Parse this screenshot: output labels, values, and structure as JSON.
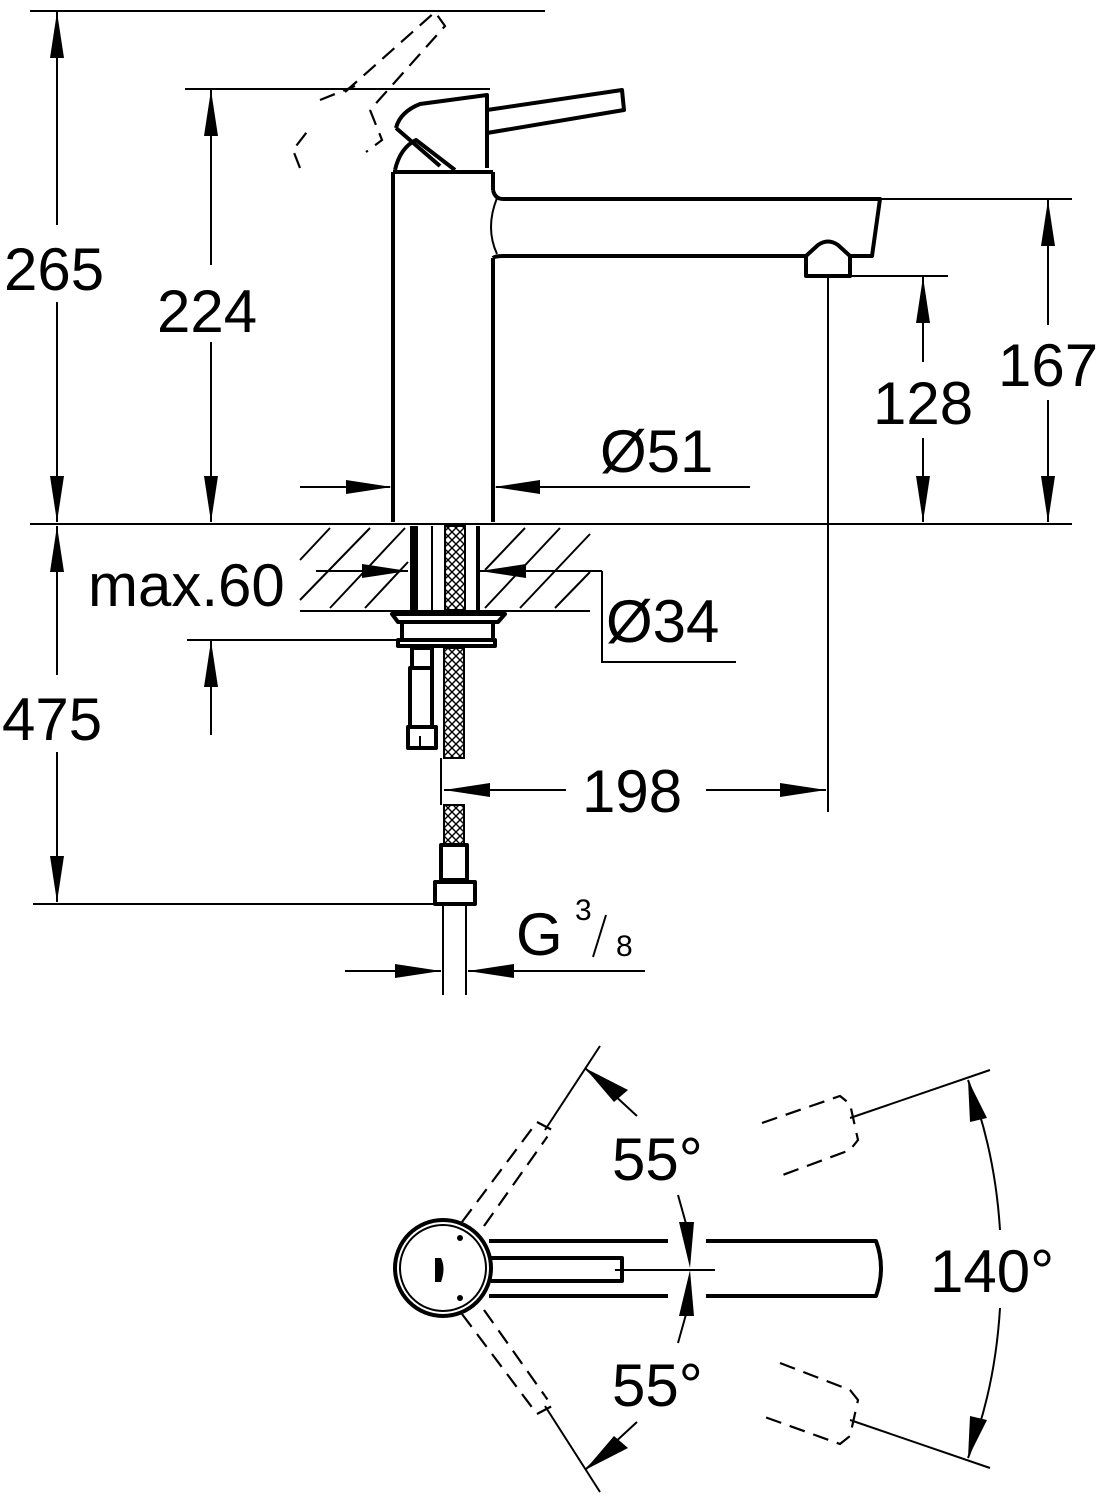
{
  "drawing": {
    "side_view": {
      "dim_total_height": "265",
      "dim_lever_height": "224",
      "dim_spout_height": "167",
      "dim_outlet_height": "128",
      "dim_body_diameter": "Ø51",
      "dim_worktop_thickness": "max.60",
      "dim_hole_diameter": "Ø34",
      "dim_hose_length": "475",
      "dim_projection": "198",
      "connection_thread": "G",
      "connection_thread_numerator": "3",
      "connection_thread_denominator": "8"
    },
    "top_view": {
      "lever_angle_up": "55°",
      "lever_angle_down": "55°",
      "spout_swivel_angle": "140°"
    }
  },
  "colors": {
    "line": "#000000",
    "background": "#ffffff"
  }
}
